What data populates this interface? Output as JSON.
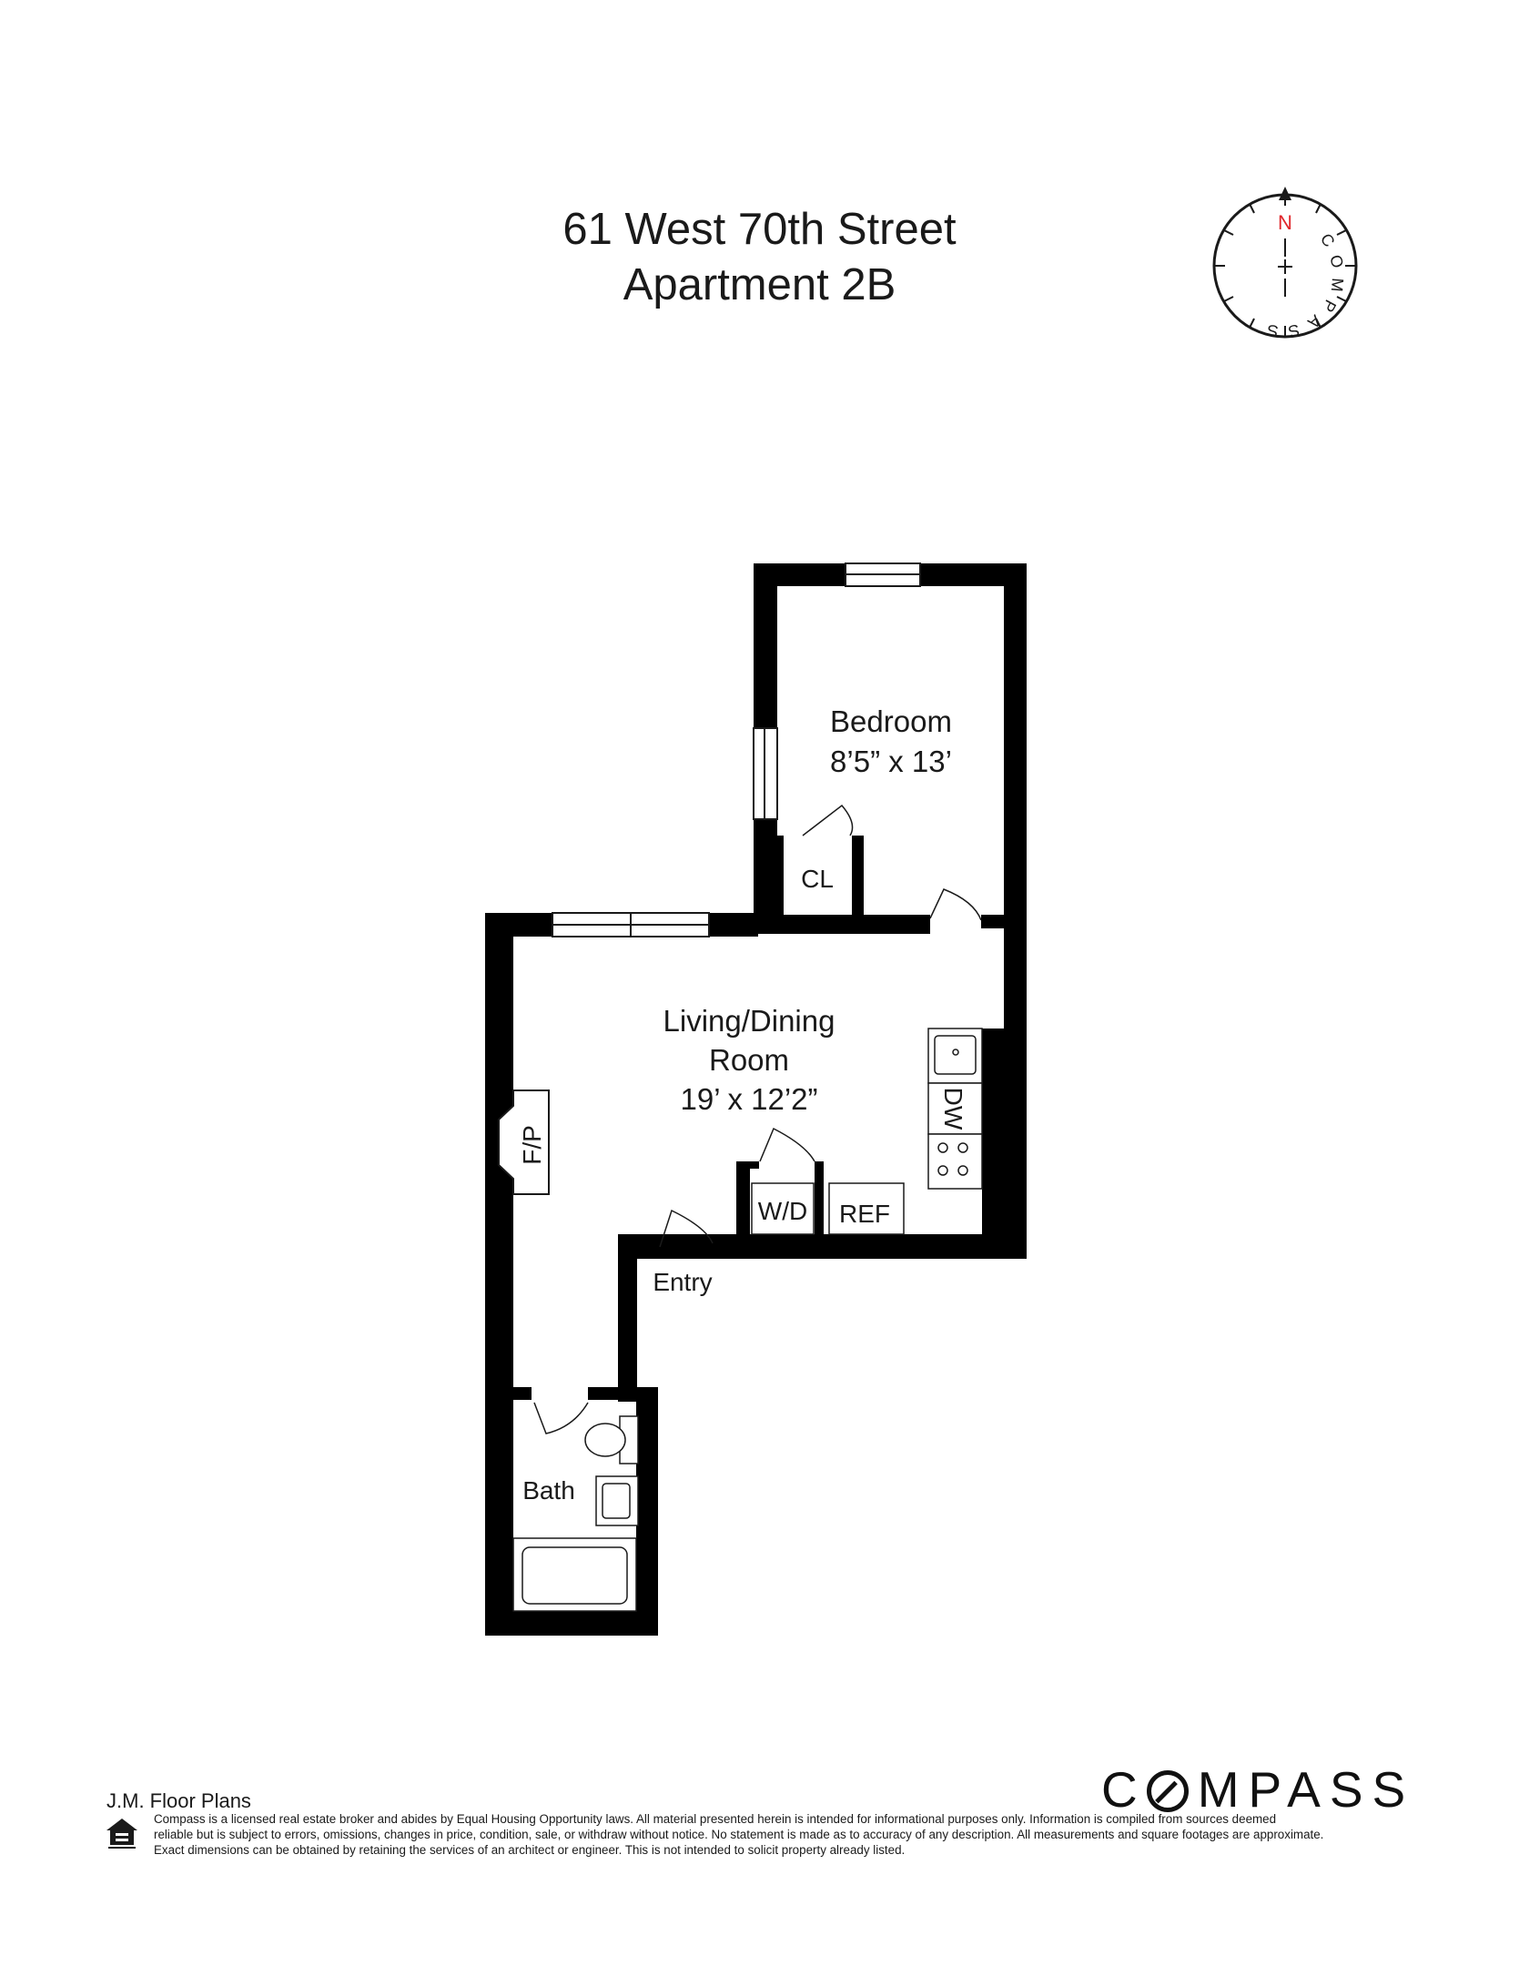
{
  "header": {
    "address": "61 West 70th Street",
    "unit": "Apartment 2B"
  },
  "compass_rose": {
    "north_label": "N",
    "ring_text": "COMPASS",
    "north_color": "#e0262b"
  },
  "rooms": {
    "bedroom": {
      "name": "Bedroom",
      "dims": "8’5” x 13’"
    },
    "closet": {
      "name": "CL"
    },
    "living": {
      "name_line1": "Living/Dining",
      "name_line2": "Room",
      "dims": "19’ x 12’2”"
    },
    "fireplace": {
      "name": "F/P"
    },
    "dishwasher": {
      "name": "DW"
    },
    "washer_dryer": {
      "name": "W/D"
    },
    "refrigerator": {
      "name": "REF"
    },
    "entry": {
      "name": "Entry"
    },
    "bath": {
      "name": "Bath"
    }
  },
  "footer": {
    "credit": "J.M. Floor Plans",
    "brand": "COMPASS",
    "disclaimer_line1": "Compass is a licensed real estate broker and abides by Equal Housing Opportunity laws. All material presented herein is intended for informational purposes only. Information is compiled from sources deemed",
    "disclaimer_line2": "reliable but is subject to errors, omissions, changes in price, condition, sale, or withdraw without notice. No statement is made as to accuracy of any description. All measurements and square footages are approximate.",
    "disclaimer_line3": "Exact dimensions can be obtained by retaining the services of an architect or engineer. This is not intended to solicit property already listed."
  },
  "colors": {
    "wall": "#000000",
    "text": "#1a1a1a",
    "accent": "#e0262b"
  }
}
